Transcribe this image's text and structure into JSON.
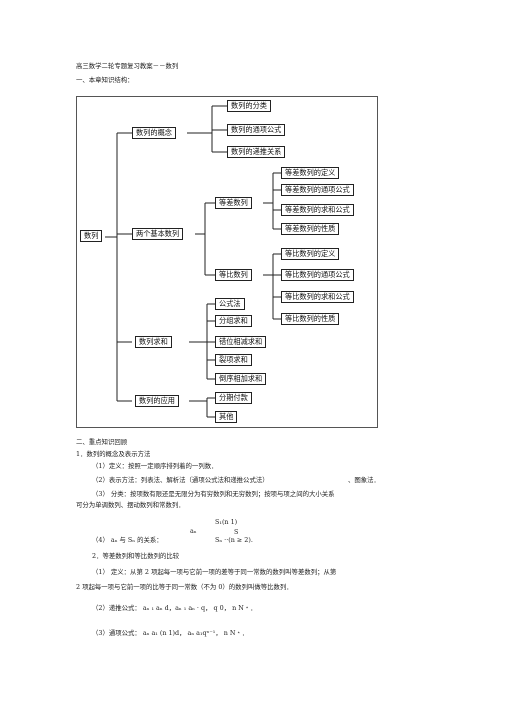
{
  "title": "高三数学二轮专题复习教案－－数列",
  "section1": "一、本章知识结构：",
  "diagram": {
    "root": "数列",
    "concept": "数列的概念",
    "concept_children": [
      "数列的分类",
      "数列的通项公式",
      "数列的递推关系"
    ],
    "two_basic": "两个基本数列",
    "arith": "等差数列",
    "arith_children": [
      "等差数列的定义",
      "等差数列的通项公式",
      "等差数列的求和公式",
      "等差数列的性质"
    ],
    "geom": "等比数列",
    "geom_children": [
      "等比数列的定义",
      "等比数列的通项公式",
      "等比数列的求和公式",
      "等比数列的性质"
    ],
    "summation": "数列求和",
    "summation_children": [
      "公式法",
      "分组求和",
      "错位相减求和",
      "裂项求和",
      "倒序相加求和"
    ],
    "application": "数列的应用",
    "application_children": [
      "分期付款",
      "其他"
    ]
  },
  "section2": "二、重点知识回顾",
  "p1": "1．数列的概念及表示方法",
  "p1_1": "（1）定义：按照一定顺序排列着的一列数．",
  "p1_2a": "（2）表示方法：列表法、解析法（通项公式法和递推公式法）",
  "p1_2b": "、图象法．",
  "p1_3a": "（3）  分类：按项数有限还是无限分为有穷数列和无穷数列；按项与项之间的大小关系",
  "p1_3b": "可分为单调数列、摆动数列和常数列．",
  "f4_top": "S₁(n  1)",
  "f4_an": "aₙ",
  "f4_S": "S",
  "f4_label": "（4）  aₙ 与 Sₙ 的关系：",
  "f4_bottom": "Sₙ    ··(n ≥ 2).",
  "p2": "2．等差数列和等比数列的比较",
  "p2_1a": "（1）  定义：从第 2 项起每一项与它前一项的差等于同一常数的数列叫等差数列；从第",
  "p2_1b": "2 项起每一项与它前一项的比等于同一常数（不为          0）的数列叫做等比数列．",
  "p2_2": "（2）递推公式：      aₙ ₁  aₙ    d，aₙ ₁    aₙ · q，  q   0，  n  N﹡．",
  "p2_3": "（3）通项公式：      aₙ   a₁    (n  1)d，  aₙ    a₁qⁿ⁻¹，  n  N﹡．"
}
